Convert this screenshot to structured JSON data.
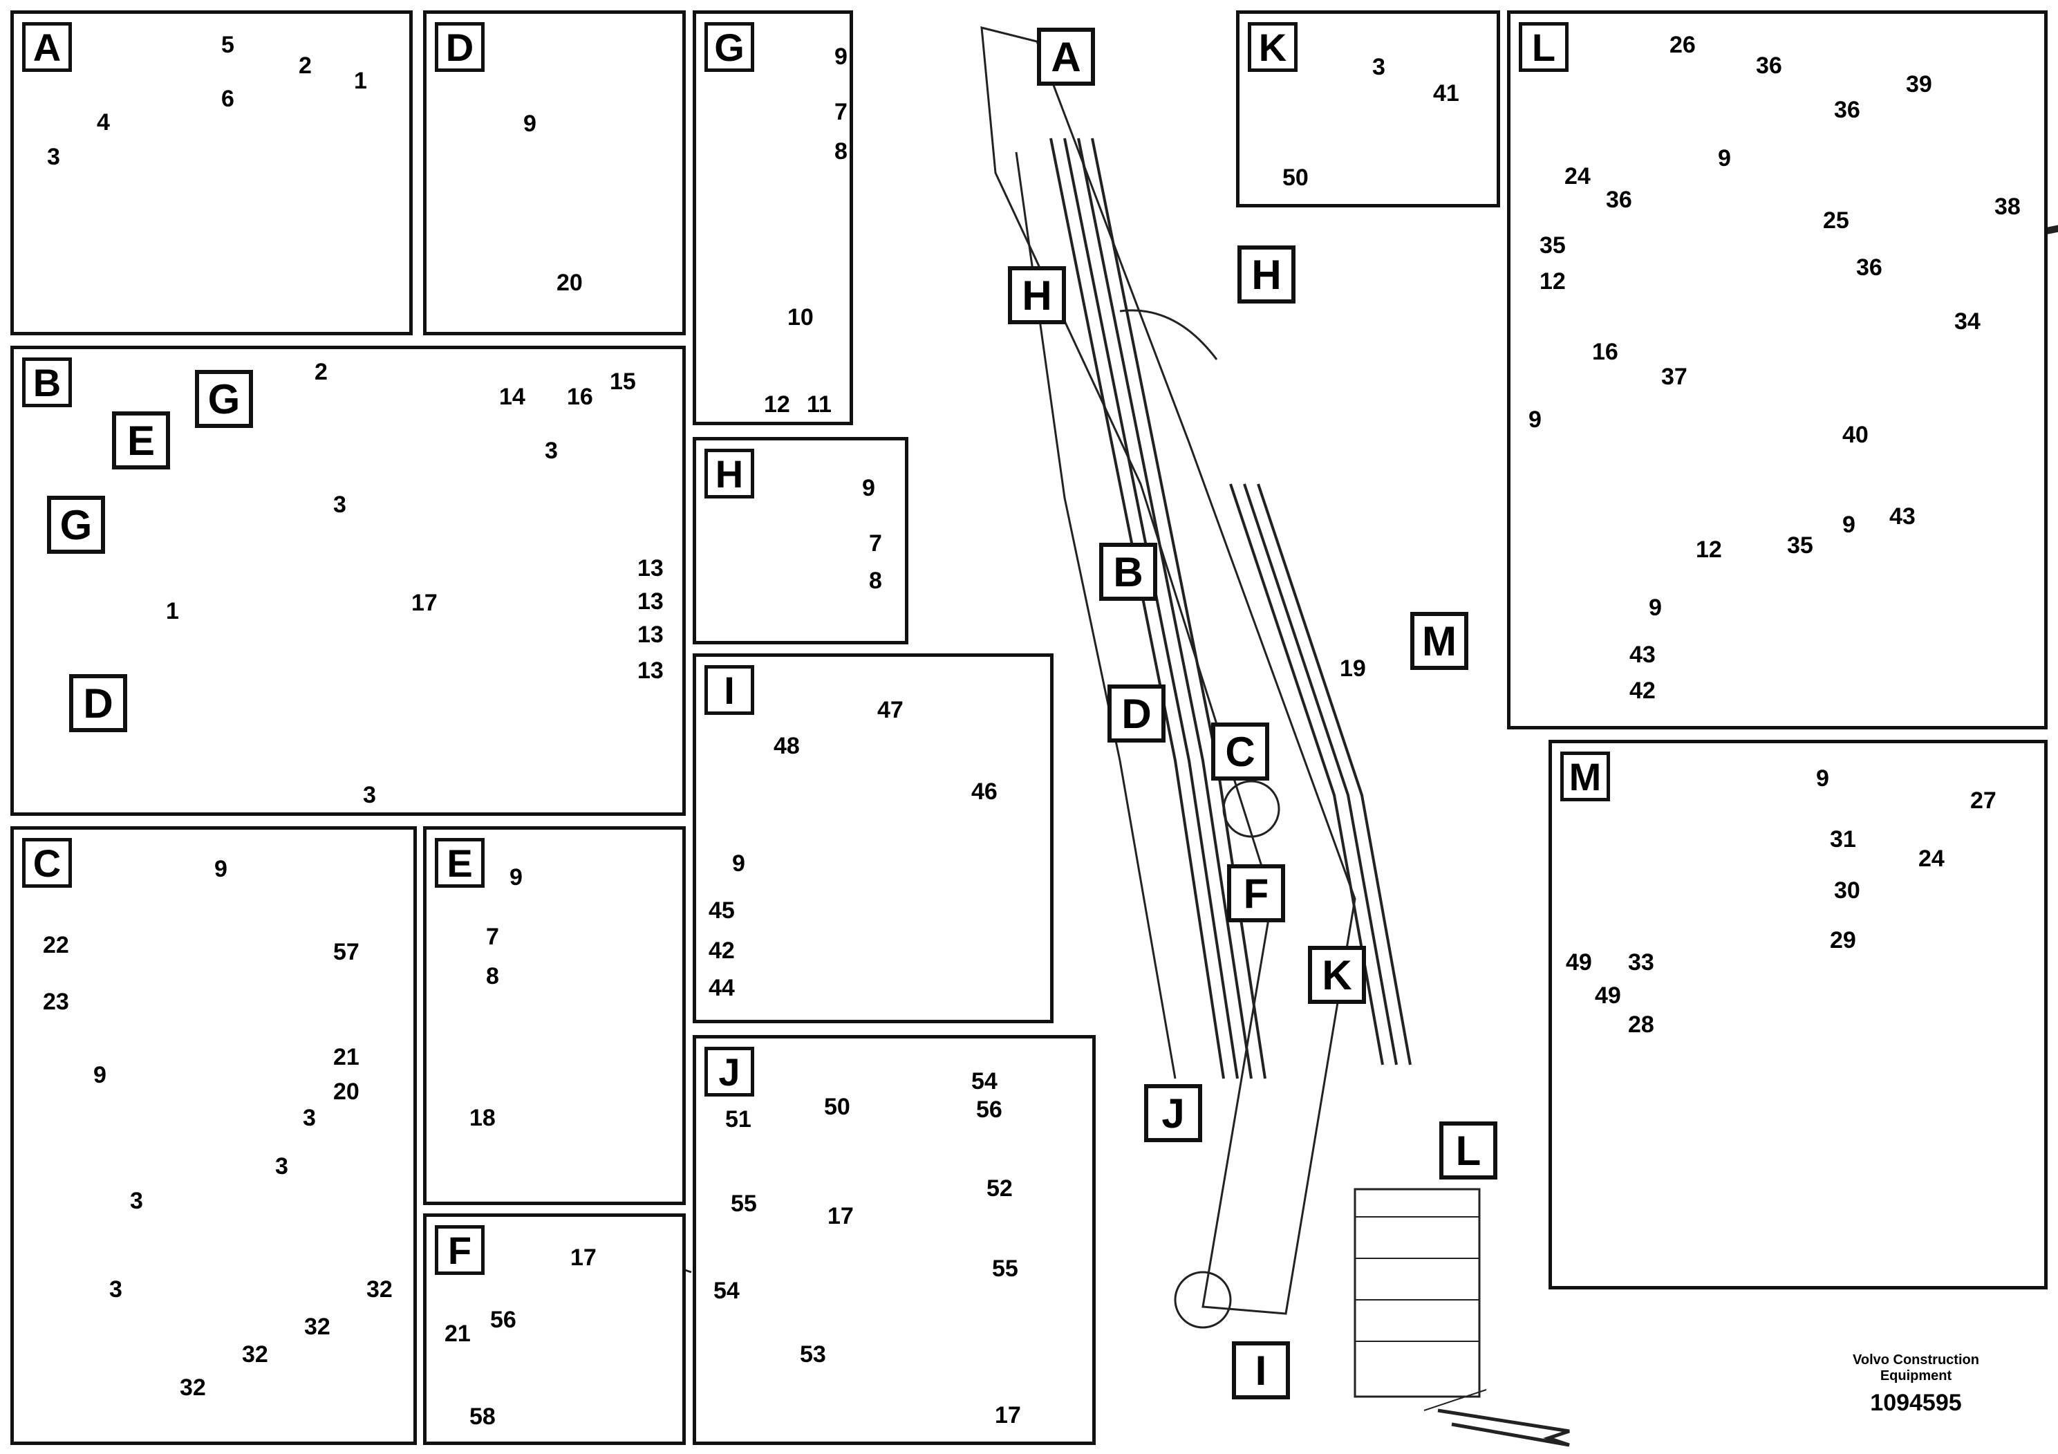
{
  "panels": {
    "A": {
      "tag": "A",
      "labels": [
        "5",
        "6",
        "2",
        "1",
        "4",
        "3"
      ]
    },
    "D": {
      "tag": "D",
      "labels": [
        "9",
        "20"
      ]
    },
    "G": {
      "tag": "G",
      "labels": [
        "9",
        "7",
        "8",
        "10",
        "12",
        "11"
      ]
    },
    "K": {
      "tag": "K",
      "labels": [
        "3",
        "41",
        "50"
      ]
    },
    "L": {
      "tag": "L",
      "labels": [
        "26",
        "36",
        "36",
        "39",
        "24",
        "36",
        "9",
        "25",
        "38",
        "35",
        "12",
        "36",
        "16",
        "37",
        "34",
        "9",
        "40",
        "12",
        "35",
        "9",
        "43",
        "9",
        "43",
        "42"
      ]
    },
    "B": {
      "tag": "B",
      "labels": [
        "2",
        "14",
        "16",
        "15",
        "3",
        "3",
        "13",
        "13",
        "13",
        "13",
        "17",
        "1",
        "3"
      ],
      "inner_tags": [
        "G",
        "E",
        "G",
        "D"
      ]
    },
    "H": {
      "tag": "H",
      "labels": [
        "9",
        "7",
        "8"
      ]
    },
    "I": {
      "tag": "I",
      "labels": [
        "48",
        "47",
        "46",
        "9",
        "45",
        "42",
        "44"
      ]
    },
    "C": {
      "tag": "C",
      "labels": [
        "9",
        "22",
        "57",
        "23",
        "9",
        "21",
        "20",
        "3",
        "3",
        "3",
        "3",
        "32",
        "32",
        "32",
        "32"
      ]
    },
    "E": {
      "tag": "E",
      "labels": [
        "9",
        "7",
        "8",
        "18"
      ]
    },
    "M": {
      "tag": "M",
      "labels": [
        "9",
        "27",
        "31",
        "24",
        "30",
        "49",
        "33",
        "29",
        "49",
        "28"
      ]
    },
    "J": {
      "tag": "J",
      "labels": [
        "54",
        "51",
        "50",
        "56",
        "52",
        "55",
        "17",
        "54",
        "55",
        "53",
        "17"
      ]
    },
    "F": {
      "tag": "F",
      "labels": [
        "17",
        "56",
        "21",
        "58"
      ]
    }
  },
  "central": {
    "callouts": [
      "A",
      "H",
      "H",
      "B",
      "D",
      "C",
      "M",
      "F",
      "K",
      "J",
      "L",
      "I"
    ],
    "label_19": "19"
  },
  "footer": {
    "company": "Volvo Construction",
    "company2": "Equipment",
    "doc_number": "1094595"
  }
}
